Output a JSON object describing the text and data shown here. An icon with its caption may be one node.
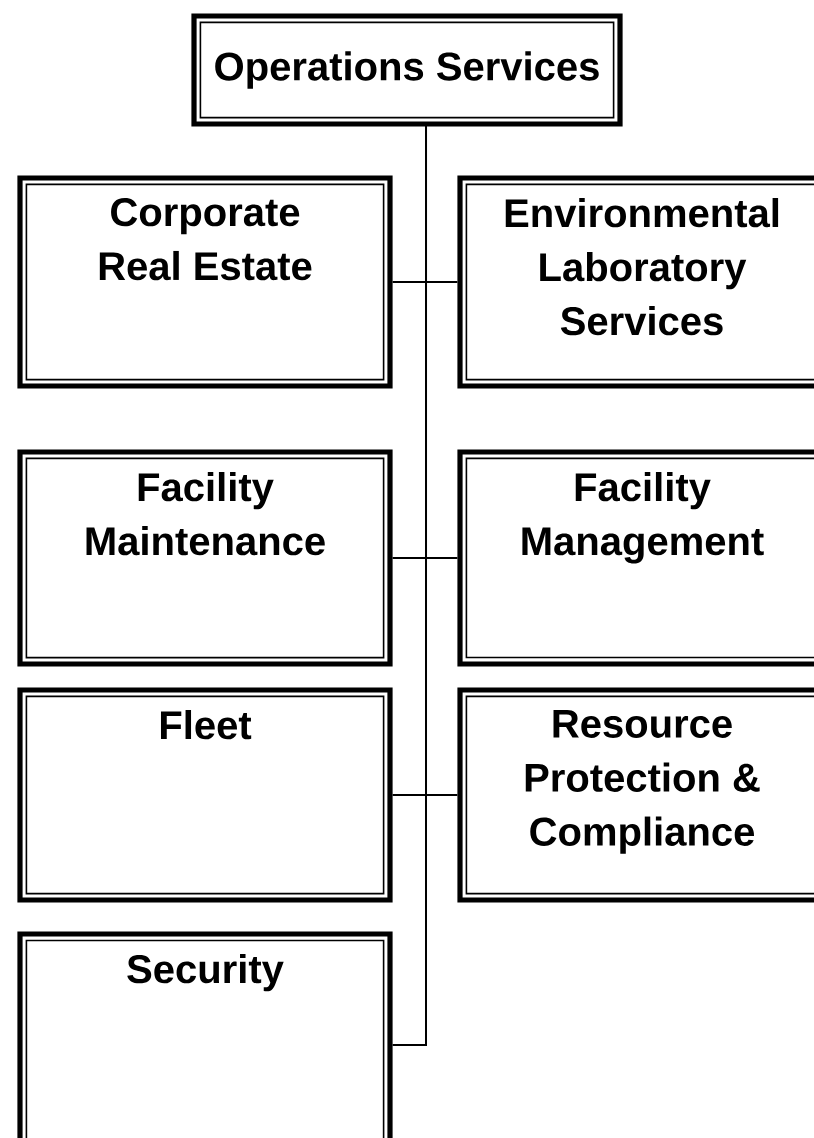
{
  "diagram": {
    "nodes": [
      {
        "text": [
          "Operations Services"
        ]
      },
      {
        "text": [
          "Corporate Real Estate"
        ]
      },
      {
        "text": [
          "Environmental Laboratory Services"
        ]
      },
      {
        "text": [
          "Facility Maintenance"
        ]
      },
      {
        "text": [
          "Facility Management"
        ]
      },
      {
        "text": [
          "Fleet"
        ]
      },
      {
        "text": [
          "Resource Protection & Compliance"
        ]
      },
      {
        "text": [
          "Security"
        ]
      }
    ],
    "edges": [
      {
        "from": 0,
        "to": 1,
        "arrow": "none"
      },
      {
        "from": 0,
        "to": 2,
        "arrow": "none"
      },
      {
        "from": 0,
        "to": 3,
        "arrow": "none"
      },
      {
        "from": 0,
        "to": 4,
        "arrow": "none"
      },
      {
        "from": 0,
        "to": 5,
        "arrow": "none"
      },
      {
        "from": 0,
        "to": 6,
        "arrow": "none"
      },
      {
        "from": 0,
        "to": 7,
        "arrow": "none"
      }
    ]
  }
}
